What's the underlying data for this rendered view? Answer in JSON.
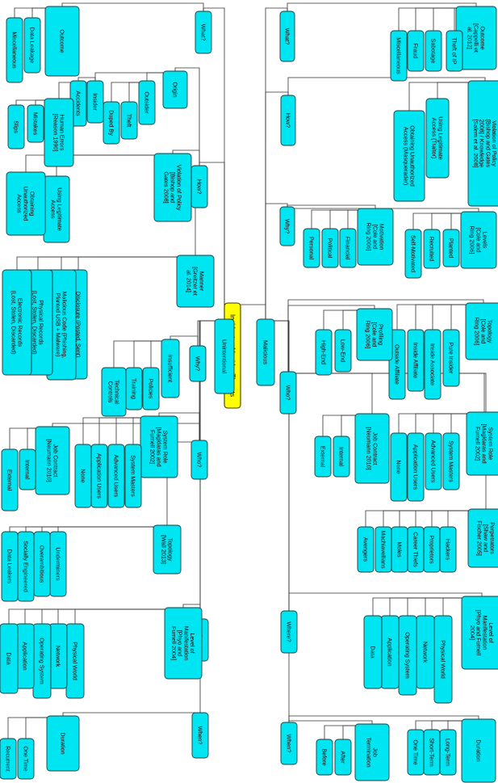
{
  "diagram": {
    "root": "Incidents of Insider Threats",
    "nodes": {
      "root": "Incidents of Insider Threats",
      "malicious": "Malicious",
      "unintentional": "Unintentional",
      "m_what": "What?",
      "m_outcome": "Outcome\n[Cappelli et\nal. 2012]",
      "m_theft_ip": "Theft of IP",
      "m_sabotage": "Sabotage",
      "m_fraud": "Fraud",
      "m_misc": "Miscellaneous",
      "m_how": "How?",
      "m_violation": "Violation of Policy\n[Bishop and Gates\n2008] / Knowledge\n[Salem et al. 2008]",
      "m_legit": "Using Legitimate\nAccess (Traitor)",
      "m_unauth": "Obtaining Unauthorized\nAccess (Masquerader)",
      "m_why": "Why?",
      "m_levels": "Levels\n[Cole and\nRing 2006]",
      "m_planted": "Planted",
      "m_recruited": "Recruited",
      "m_selfmot": "Self-Motivated",
      "m_motivation": "Motivation\n[Cole and\nRing 2006]",
      "m_financial": "Financial",
      "m_political": "Political",
      "m_personal": "Personal",
      "m_who": "Who?",
      "m_topology": "Topology\n[Cole and\nRing 2006]",
      "m_pure": "Pure Insider",
      "m_assoc": "Inside Associate",
      "m_affil": "Inside Affiliate",
      "m_outaffil": "Outside Affiliate",
      "m_profiling": "Profiling\n[Cole and\nRing 2006]",
      "m_lowend": "Low-End",
      "m_highend": "High-End",
      "m_sysrole": "System Role\n[Magklaras and\nFurnell 2002]",
      "m_sysmasters": "System Masters",
      "m_advusers": "Advanced Users",
      "m_appusers": "Application Users",
      "m_none": "None",
      "m_jobcontract": "Job Contract\n[Neumann 2010]",
      "m_internal": "Internal",
      "m_external": "External",
      "m_perp": "Perpetrators\n[Shaw and\nFischer 2005]",
      "m_hackers": "Hackers",
      "m_proprietors": "Proprietors",
      "m_careerthieves": "Career Thiefs",
      "m_moles": "Moles",
      "m_machiavellians": "Machiavellians",
      "m_avengers": "Avengers",
      "m_where": "Where?",
      "m_levelman": "Level of\nManifestation\n[Phyo and Furnell\n2004]",
      "m_physical": "Physical World",
      "m_network": "Network",
      "m_os": "Operating System",
      "m_application": "Application",
      "m_data": "Data",
      "m_when": "When?",
      "m_duration": "Duration",
      "m_longterm": "Long-Term",
      "m_shortterm": "Short-Term",
      "m_onetime": "One Time",
      "m_jobterm": "Job\nTermination",
      "m_after": "After",
      "m_before": "Before",
      "u_what": "What?",
      "u_outcome": "Outcome",
      "u_dataleak": "Data Leakage",
      "u_misc": "Miscellaneous",
      "u_how": "How?",
      "u_origin": "Origin",
      "u_outsider": "Outsider",
      "u_theft": "Theft",
      "u_dupedby": "Duped By",
      "u_insider": "Insider",
      "u_accidents": "Accidents",
      "u_humanerr": "Human Errors\n[Reason 1990]",
      "u_mistakes": "Mistakes",
      "u_slips": "Slips",
      "u_violation": "Violation of Policy\n[Bishop and\nGates 2008]",
      "u_legit": "Using Legitimate\nAccess",
      "u_unauth": "Obtaining\nUnauthorized\nAccess",
      "u_manner": "Manner\n[Greitzer et\nal. 2014]",
      "u_disclosure": "Disclosure (Posted, Sent)",
      "u_malcode": "Malicious Code (Phishing,\nPlanted USB + Malware)",
      "u_physrec": "Physical Records\n(Lost, Stolen, Discarded)",
      "u_elecrec": "Electronic Records\n(Lost, Stolen, Discarded)",
      "u_why": "Why?",
      "u_insufficient": "Insufficient",
      "u_policies": "Policies",
      "u_training": "Training",
      "u_techctrl": "Technical\nControls",
      "u_who": "Who?",
      "u_sysrole": "System Role\n[Magklaras and\nFurnell 2002]",
      "u_sysmasters": "System Masters",
      "u_advusers": "Advanced Users",
      "u_appusers": "Application Users",
      "u_none": "None",
      "u_jobcontract": "Job Contract\n[Neumann 2010]",
      "u_internal": "Internal",
      "u_external": "External",
      "u_topology": "Topology\n[Wall 2013]",
      "u_underminers": "Underminers",
      "u_overambitious": "Overambitious",
      "u_social": "Socially Engineered",
      "u_dataleakers": "Data Leakers",
      "u_where": "Where?",
      "u_levelman": "Level of\nManifestation\n[Phyo and\nFurnell 2004]",
      "u_physical": "Physical World",
      "u_network": "Network",
      "u_os": "Operating System",
      "u_application": "Application",
      "u_data": "Data",
      "u_when": "When?",
      "u_duration": "Duration",
      "u_onetime": "One Time",
      "u_recurrent": "Recurrent"
    }
  }
}
